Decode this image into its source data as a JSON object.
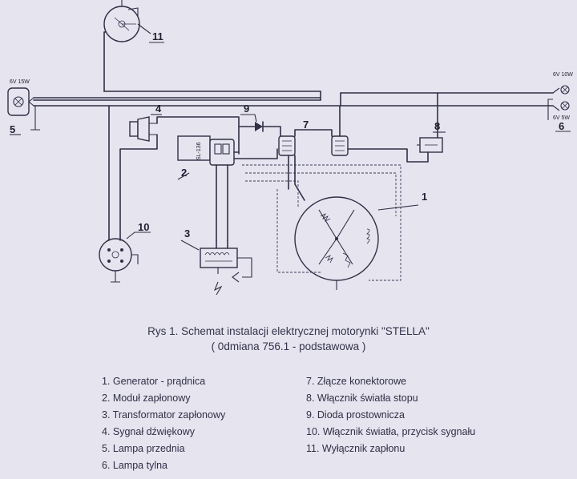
{
  "diagram": {
    "component_labels": [
      "1",
      "2",
      "3",
      "4",
      "5",
      "6",
      "7",
      "8",
      "9",
      "10",
      "11"
    ],
    "lamp_front_rating": "6V 15W",
    "lamp_rear_rating_top": "6V 10W",
    "lamp_rear_rating_bottom": "6V 5W",
    "module_code": "SL-136"
  },
  "caption": {
    "title": "Rys 1.  Schemat instalacji elektrycznej motorynki \"STELLA\"",
    "subtitle": "( 0dmiana 756.1 - podstawowa )"
  },
  "legend": {
    "left": [
      "1. Generator - prądnica",
      "2. Moduł zapłonowy",
      "3. Transformator zapłonowy",
      "4. Sygnał dźwiękowy",
      "5. Lampa przednia",
      "6. Lampa tylna"
    ],
    "right": [
      "7. Złącze konektorowe",
      "8. Włącznik światła stopu",
      "9. Dioda prostownicza",
      "10. Włącznik światła, przycisk sygnału",
      "11. Wyłącznik zapłonu"
    ]
  }
}
